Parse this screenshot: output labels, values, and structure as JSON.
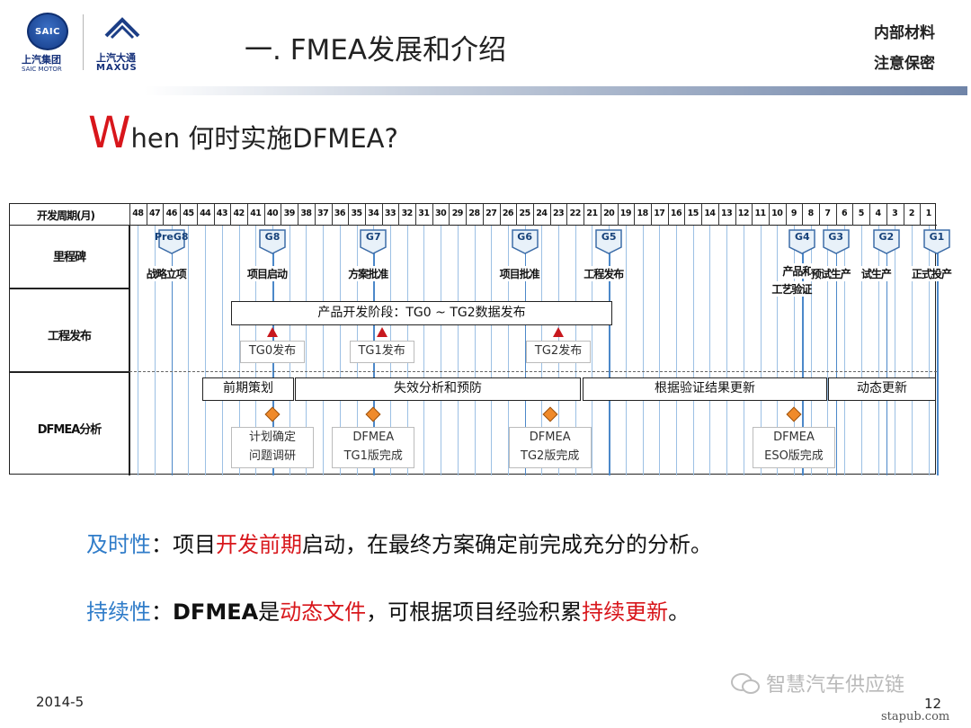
{
  "header": {
    "title": "一. FMEA发展和介绍",
    "confidential_line1": "内部材料",
    "confidential_line2": "注意保密",
    "logo_left_cn": "上汽集团",
    "logo_left_en": "SAIC MOTOR",
    "logo_left_badge": "SAIC",
    "logo_right_cn": "上汽大通",
    "logo_right_en": "MAXUS"
  },
  "heading": {
    "w": "W",
    "rest": "hen  何时实施DFMEA?"
  },
  "timeline": {
    "period_label": "开发周期(月)",
    "row_labels": [
      "里程碑",
      "工程发布",
      "DFMEA分析"
    ],
    "months": [
      "48",
      "47",
      "46",
      "45",
      "44",
      "43",
      "42",
      "41",
      "40",
      "39",
      "38",
      "37",
      "36",
      "35",
      "34",
      "33",
      "32",
      "31",
      "30",
      "29",
      "28",
      "27",
      "26",
      "25",
      "24",
      "23",
      "22",
      "21",
      "20",
      "19",
      "18",
      "17",
      "16",
      "15",
      "14",
      "13",
      "12",
      "11",
      "10",
      "9",
      "8",
      "7",
      "6",
      "5",
      "4",
      "3",
      "2",
      "1"
    ],
    "gates": [
      {
        "code": "PreG8",
        "label": "战略立项",
        "month": 46
      },
      {
        "code": "G8",
        "label": "项目启动",
        "month": 40
      },
      {
        "code": "G7",
        "label": "方案批准",
        "month": 34
      },
      {
        "code": "G6",
        "label": "项目批准",
        "month": 25
      },
      {
        "code": "G5",
        "label": "工程发布",
        "month": 20
      },
      {
        "code": "G4",
        "label": "产品和工艺验证",
        "label_line1": "产品和",
        "label_line2": "工艺验证",
        "month": 8.5
      },
      {
        "code": "G3",
        "label": "预试生产",
        "month": 6.5
      },
      {
        "code": "G2",
        "label": "试生产",
        "month": 3.5
      },
      {
        "code": "G1",
        "label": "正式投产",
        "month": 0.5
      }
    ],
    "release_phase": "产品开发阶段：TG0 ~ TG2数据发布",
    "releases": [
      {
        "label": "TG0发布",
        "month": 40
      },
      {
        "label": "TG1发布",
        "month": 33.5
      },
      {
        "label": "TG2发布",
        "month": 23
      }
    ],
    "dfmea_phases": [
      "前期策划",
      "失效分析和预防",
      "根据验证结果更新",
      "动态更新"
    ],
    "dfmea_milestones": [
      {
        "line1": "计划确定",
        "line2": "问题调研",
        "month": 40
      },
      {
        "line1": "DFMEA",
        "line2": "TG1版完成",
        "month": 34
      },
      {
        "line1": "DFMEA",
        "line2": "TG2版完成",
        "month": 23.5
      },
      {
        "line1": "DFMEA",
        "line2": "ESO版完成",
        "month": 9
      }
    ]
  },
  "bullets": [
    {
      "label": "及时性",
      "colon": "：",
      "parts": [
        {
          "text": "项目",
          "style": "normal"
        },
        {
          "text": "开发前期",
          "style": "red"
        },
        {
          "text": "启动，在最终方案确定前完成充分的分析。",
          "style": "normal"
        }
      ]
    },
    {
      "label": "持续性",
      "colon": "：",
      "parts": [
        {
          "text": "DFMEA",
          "style": "bold"
        },
        {
          "text": "是",
          "style": "normal"
        },
        {
          "text": "动态文件",
          "style": "red"
        },
        {
          "text": "，可根据项目经验积累",
          "style": "normal"
        },
        {
          "text": "持续更新",
          "style": "red"
        },
        {
          "text": "。",
          "style": "normal"
        }
      ]
    }
  ],
  "footer": {
    "date": "2014-5",
    "page": "12",
    "watermark": "智慧汽车供应链",
    "site": "stapub.com"
  },
  "colors": {
    "accent_red": "#d8161b",
    "accent_blue": "#2f7cc9",
    "grid_blue": "#9cc0e4",
    "diamond": "#f08a2a"
  }
}
